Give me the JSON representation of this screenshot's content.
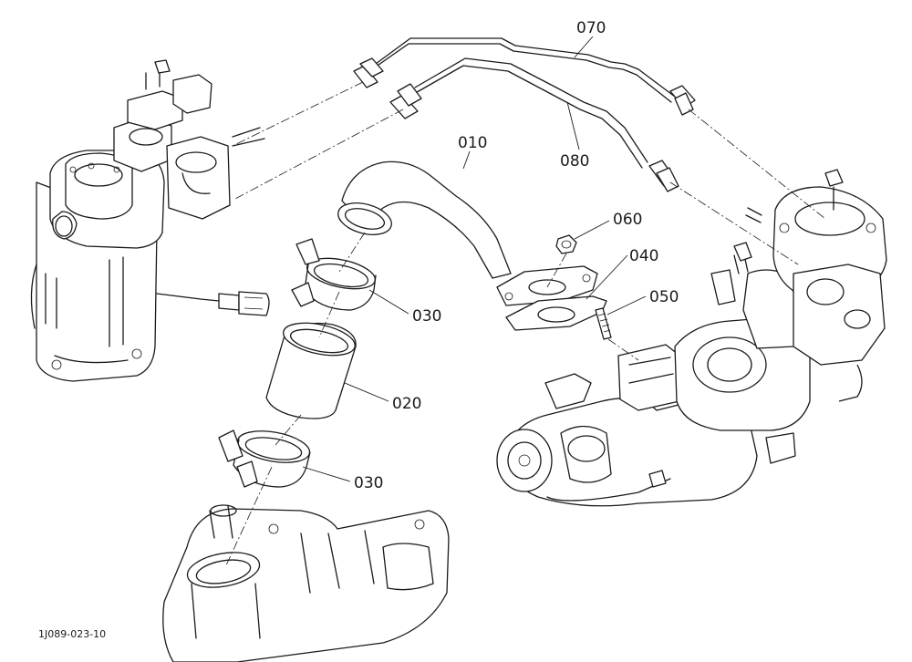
{
  "diagram": {
    "drawing_code": "1J089-023-10",
    "callouts": {
      "c070": "070",
      "c080": "080",
      "c010": "010",
      "c060": "060",
      "c040": "040",
      "c050": "050",
      "c030_top": "030",
      "c020": "020",
      "c030_bottom": "030"
    }
  }
}
